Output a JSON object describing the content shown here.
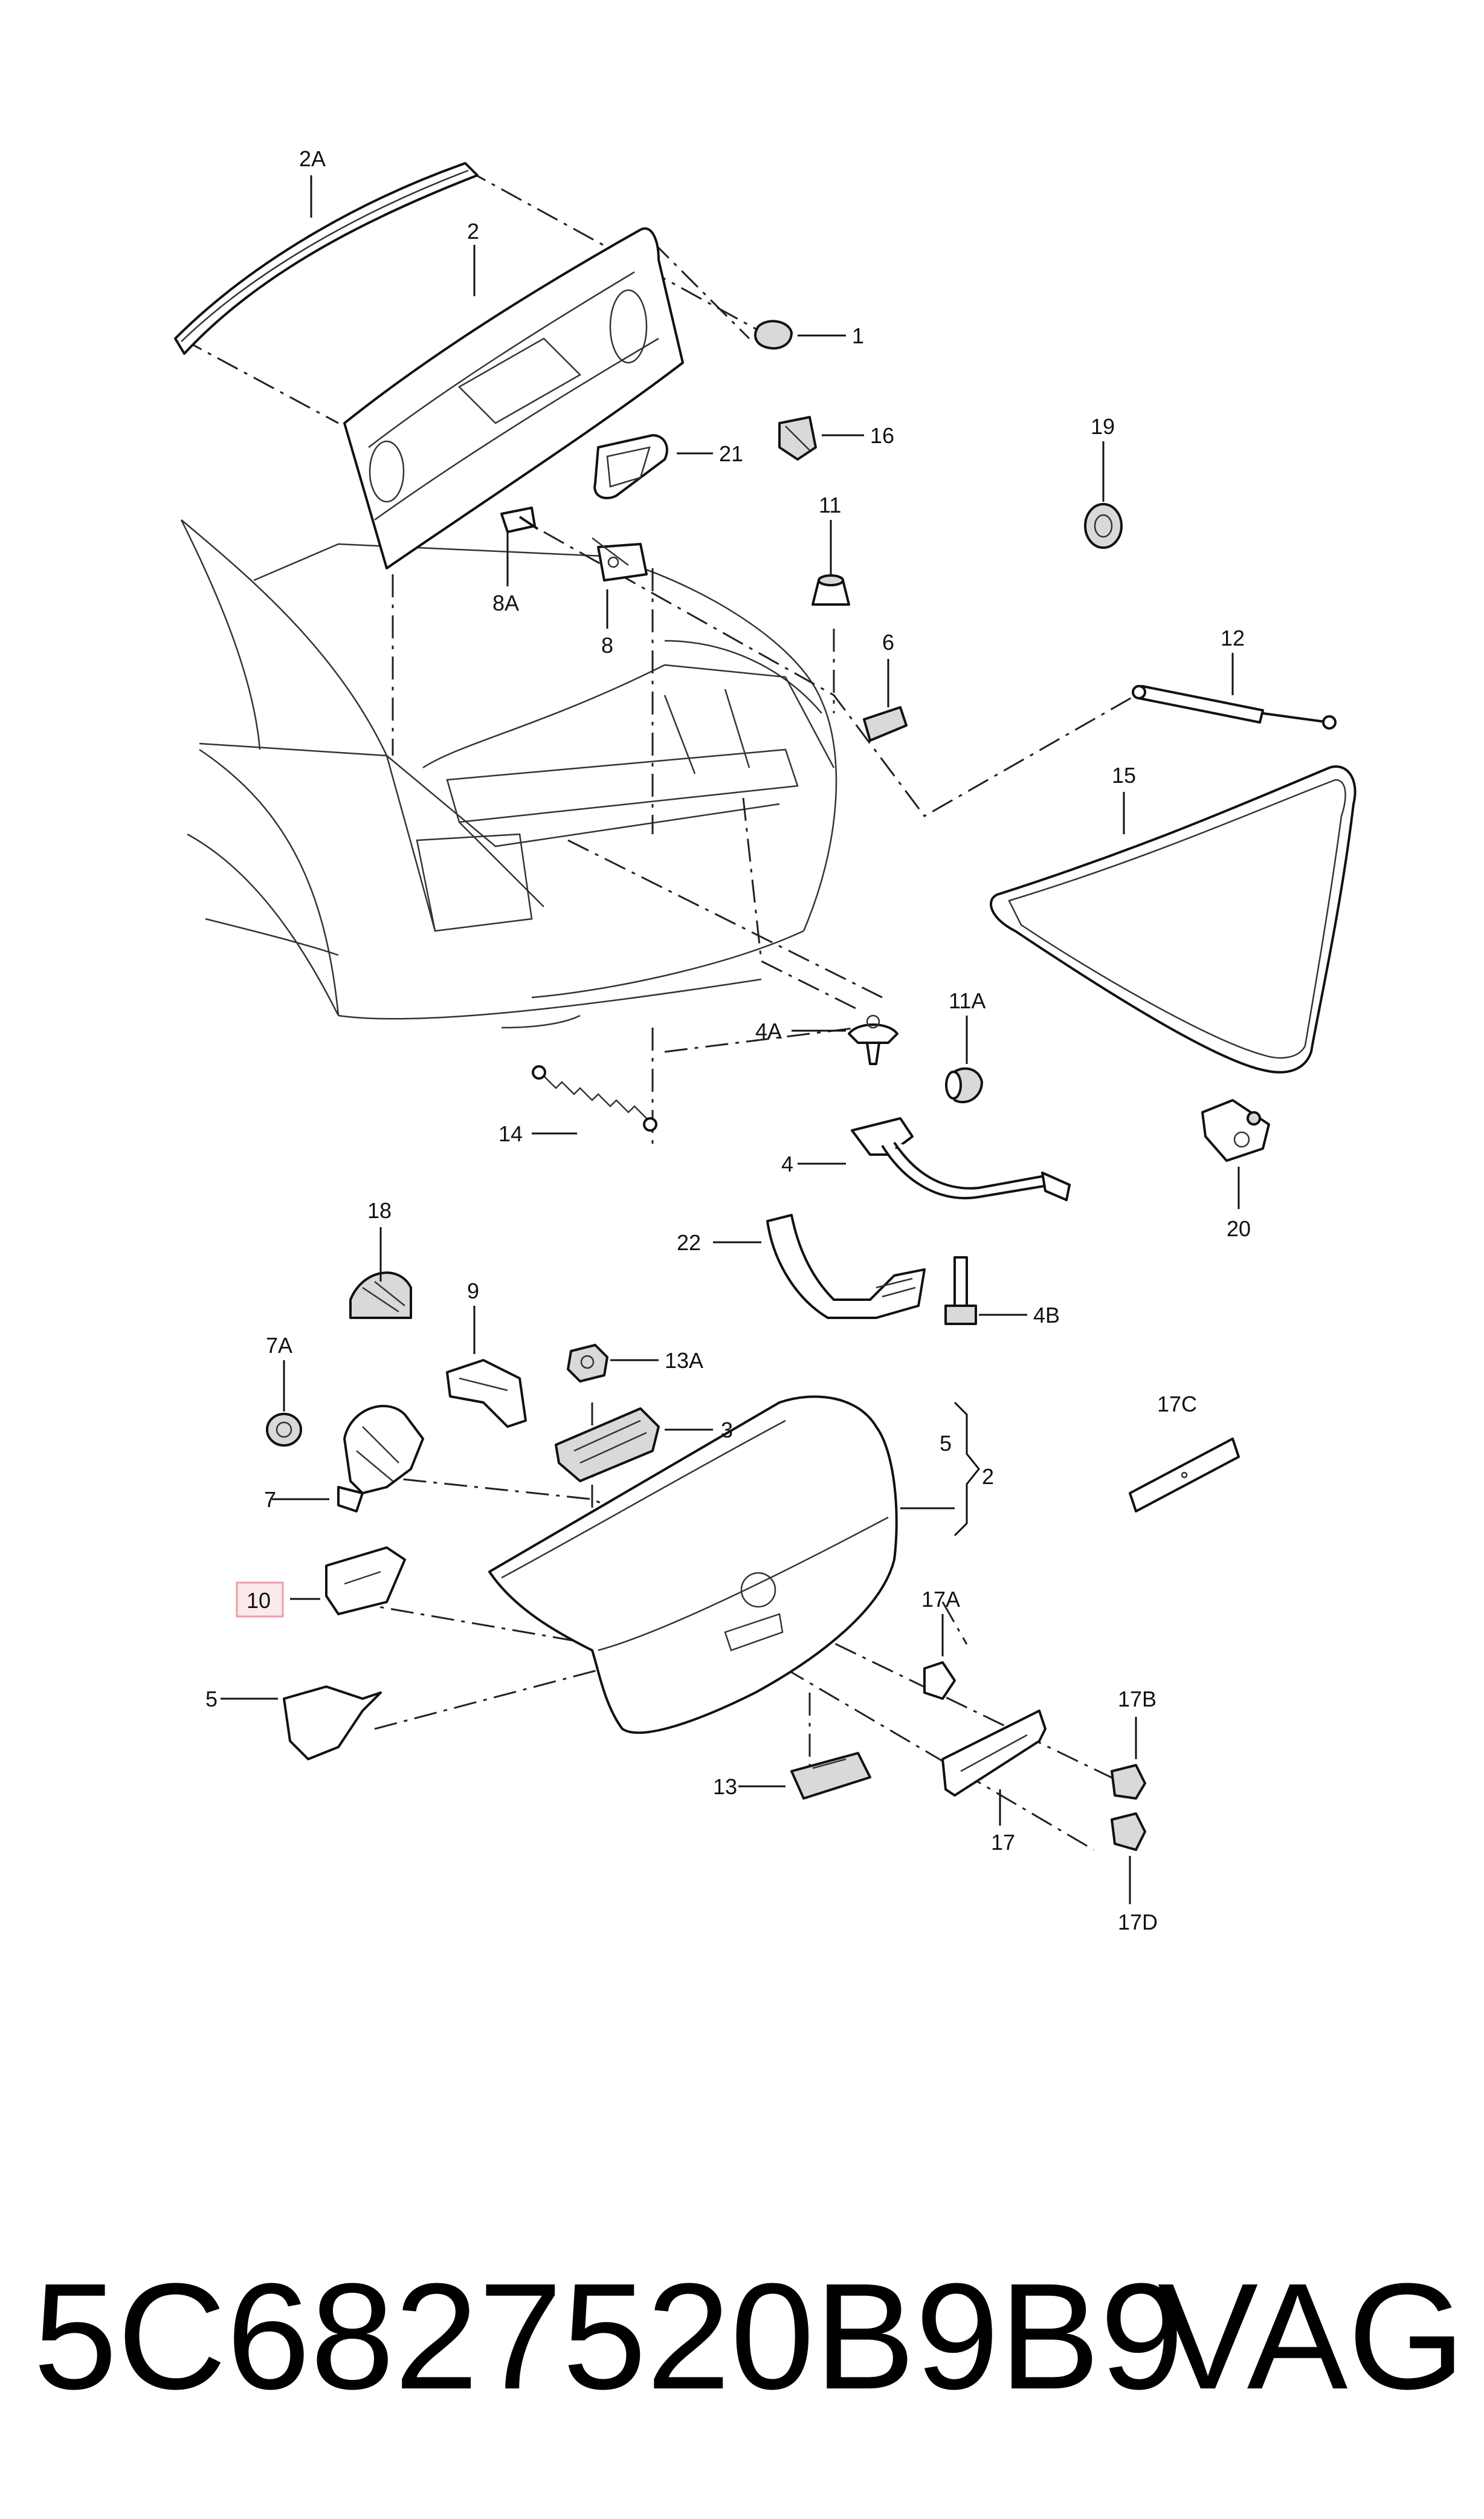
{
  "footer": {
    "part_number": "5C6827520B9B9",
    "brand": "VAG"
  },
  "highlight_color": "#e8a0a8",
  "callouts": {
    "c2A": "2A",
    "c2": "2",
    "c1": "1",
    "c16": "16",
    "c21": "21",
    "c19": "19",
    "c11": "11",
    "c8A": "8A",
    "c8": "8",
    "c6": "6",
    "c12": "12",
    "c15": "15",
    "c4A": "4A",
    "c11A": "11A",
    "c14": "14",
    "c4": "4",
    "c20": "20",
    "c18": "18",
    "c22": "22",
    "c4B": "4B",
    "c9": "9",
    "c7A": "7A",
    "c13A": "13A",
    "c3": "3",
    "c17C": "17C",
    "c7": "7",
    "c5a": "5",
    "c2b": "2",
    "c10": "10",
    "c17A": "17A",
    "c5": "5",
    "c17B": "17B",
    "c13": "13",
    "c17": "17",
    "c17D": "17D"
  }
}
